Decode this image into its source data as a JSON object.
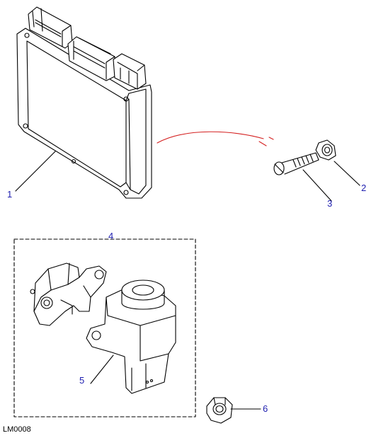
{
  "callouts": {
    "c1": "1",
    "c2": "2",
    "c3": "3",
    "c4": "4",
    "c5": "5",
    "c6": "6"
  },
  "drawing_code": "LM0008",
  "colors": {
    "line_art": "#000000",
    "callout_text": "#1f1fb0",
    "assembly_link": "#d42020",
    "background": "#ffffff"
  },
  "icons": {
    "part_1": "engine-control-module",
    "part_2": "flanged-nut",
    "part_3": "screw",
    "part_4": "sensor-kit-outline",
    "part_5": "sensor-with-bracket",
    "part_6": "flanged-nut"
  }
}
